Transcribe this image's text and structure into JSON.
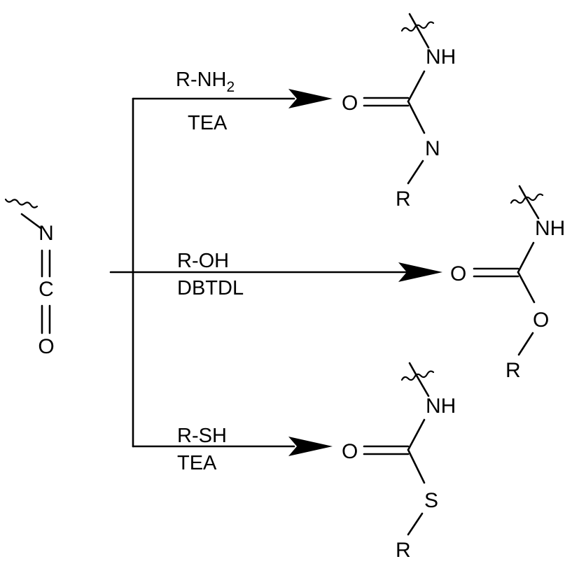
{
  "reagents": {
    "amine": {
      "reagent": "R-NH",
      "subscript": "2",
      "catalyst": "TEA"
    },
    "alcohol": {
      "reagent": "R-OH",
      "catalyst": "DBTDL"
    },
    "thiol": {
      "reagent": "R-SH",
      "catalyst": "TEA"
    }
  },
  "atoms": {
    "N": "N",
    "C": "C",
    "O": "O",
    "S": "S",
    "NH": "NH",
    "R": "R"
  }
}
